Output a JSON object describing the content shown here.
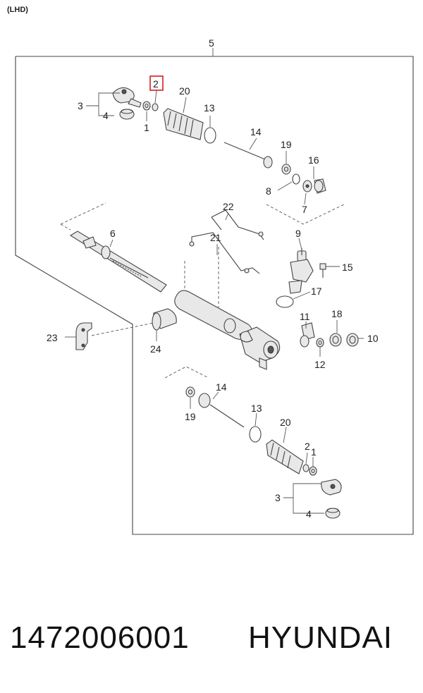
{
  "variant_label": "(LHD)",
  "highlight_color": "#cc0000",
  "callouts": {
    "c5": "5",
    "c2_top": "2",
    "c20_top": "20",
    "c3_top": "3",
    "c4_top": "4",
    "c1_top": "1",
    "c13_top": "13",
    "c14_top": "14",
    "c19_top": "19",
    "c16": "16",
    "c8": "8",
    "c7": "7",
    "c22": "22",
    "c6": "6",
    "c21": "21",
    "c9": "9",
    "c15": "15",
    "c17": "17",
    "c11": "11",
    "c18": "18",
    "c10": "10",
    "c12": "12",
    "c23": "23",
    "c24": "24",
    "c14_bot": "14",
    "c19_bot": "19",
    "c13_bot": "13",
    "c20_bot": "20",
    "c2_bot": "2",
    "c1_bot": "1",
    "c3_bot": "3",
    "c4_bot": "4"
  },
  "footer": {
    "part_number": "1472006001",
    "brand": "HYUNDAI"
  }
}
